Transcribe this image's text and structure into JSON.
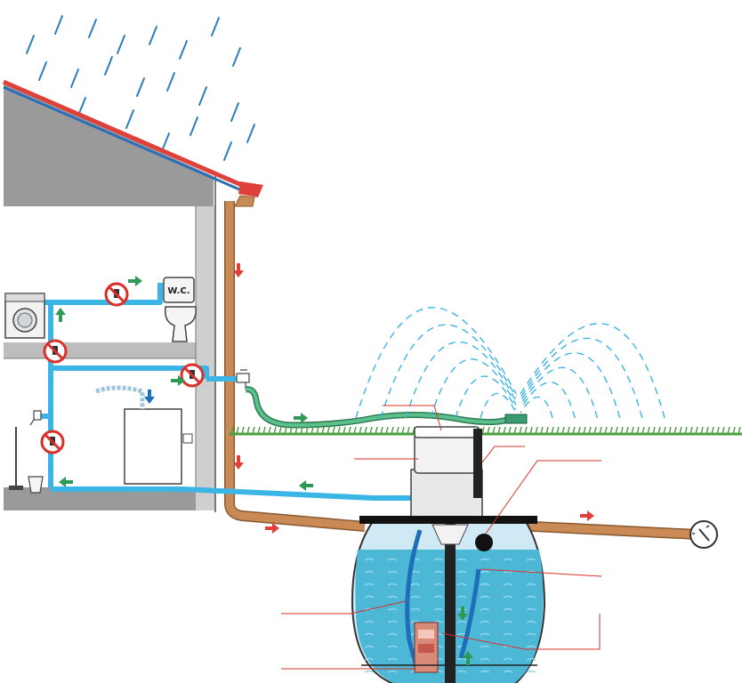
{
  "diagram": {
    "wc_label": "W.C.",
    "colors": {
      "rain": "#2a7fbf",
      "roof_edge_red": "#e0403a",
      "roof_edge_blue": "#2a6fb8",
      "wall_gray": "#9a9a9a",
      "rain_pipe": "#c98a55",
      "pipe_outline": "#8a5a30",
      "water_line": "#3bb4e6",
      "tank_water": "#4cb8d6",
      "hose": "#3a9a70",
      "grass": "#4aa040",
      "arrow_red": "#e0403a",
      "arrow_green": "#2e9a55",
      "arrow_blue": "#1f6fb8",
      "no_sign": "#d9302a"
    },
    "icons": [
      "rain-streaks-icon",
      "washing-machine-icon",
      "toilet-icon",
      "tap-icon",
      "no-drinking-sign-icon",
      "sprinkler-icon",
      "water-meter-icon",
      "pump-icon",
      "filter-icon"
    ],
    "callouts": [
      "lid-callout",
      "dome-callout",
      "overflow-callout",
      "float-callout",
      "suction-hose-callout",
      "inlet-callout",
      "pump-callout",
      "base-callout"
    ]
  }
}
